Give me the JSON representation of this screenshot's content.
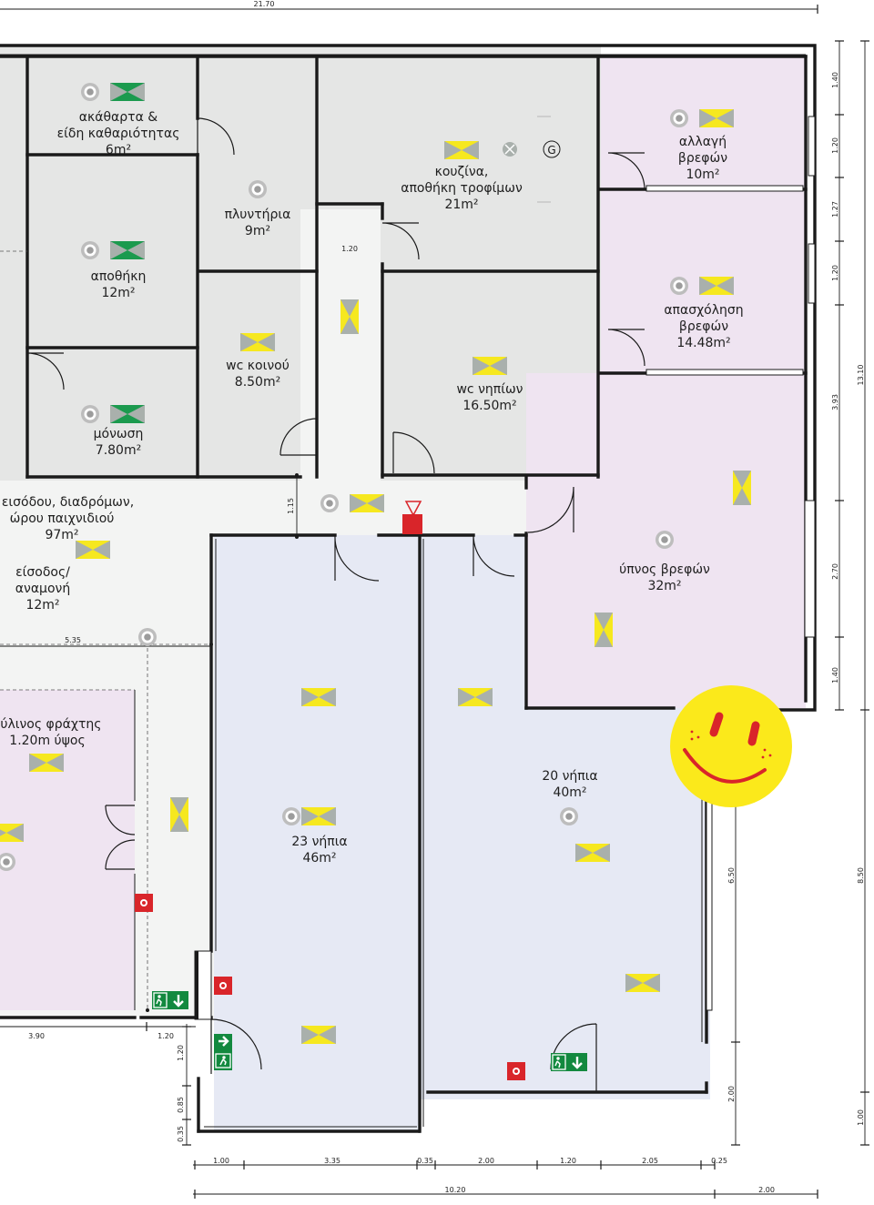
{
  "plan": {
    "rooms": [
      {
        "id": "dirty",
        "lines": [
          "ακάθαρτα &",
          "είδη καθαριότητας",
          "6m²"
        ]
      },
      {
        "id": "laundry",
        "lines": [
          "πλυντήρια",
          "9m²"
        ]
      },
      {
        "id": "kitchen",
        "lines": [
          "κουζίνα,",
          "αποθήκη τροφίμων",
          "21m²"
        ]
      },
      {
        "id": "change",
        "lines": [
          "αλλαγή",
          "βρεφών",
          "10m²"
        ]
      },
      {
        "id": "storage",
        "lines": [
          "αποθήκη",
          "12m²"
        ]
      },
      {
        "id": "play",
        "lines": [
          "απασχόληση",
          "βρεφών",
          "14.48m²"
        ]
      },
      {
        "id": "wc-common",
        "lines": [
          "wc κοινού",
          "8.50m²"
        ]
      },
      {
        "id": "wc-infants",
        "lines": [
          "wc νηπίων",
          "16.50m²"
        ]
      },
      {
        "id": "isolation",
        "lines": [
          "μόνωση",
          "7.80m²"
        ]
      },
      {
        "id": "entrance-area",
        "lines": [
          "ο εισόδου, διαδρόμων,",
          "ώρου παιχνιδιού",
          "97m²"
        ]
      },
      {
        "id": "reception",
        "lines": [
          "είσοδος/",
          "αναμονή",
          "12m²"
        ]
      },
      {
        "id": "sleep",
        "lines": [
          "ύπνος βρεφών",
          "32m²"
        ]
      },
      {
        "id": "fence",
        "lines": [
          "ξύλινος φράχτης",
          "1.20m ύψος"
        ]
      },
      {
        "id": "class-20",
        "lines": [
          "20 νήπια",
          "40m²"
        ]
      },
      {
        "id": "class-23",
        "lines": [
          "23 νήπια",
          "46m²"
        ]
      }
    ],
    "dimensions": {
      "top": "21.70",
      "corridor": "1.20",
      "corridor_v": "1.15",
      "yard": "5.35",
      "right": [
        "1.40",
        "1.20",
        "1.27",
        "1.20",
        "3.93",
        "2.70",
        "1.40",
        "6.50",
        "2.00"
      ],
      "right_outer": [
        "13.10",
        "8.50",
        "1.00"
      ],
      "bottom_left": [
        "3.90",
        "1.20"
      ],
      "door_stack": [
        "1.20",
        "0.85",
        "0.35"
      ],
      "bottom": [
        "1.00",
        "3.35",
        "0.35",
        "2.00",
        "1.20",
        "2.05",
        "0.25"
      ],
      "bottom_total": [
        "10.20",
        "2.00"
      ]
    },
    "kitchen_symbol": "G",
    "colors": {
      "service": "#e5e6e5",
      "infant": "#efe4f1",
      "classroom": "#e6e9f4",
      "corridor": "#f3f4f3",
      "light_yellow": "#f6e81f",
      "light_gray": "#a9b0ac",
      "light_green": "#1b9a4e",
      "exit_green": "#13893f",
      "alarm_red": "#d9252a",
      "smiley": "#fbe91b",
      "smiley_ink": "#d9252a"
    },
    "icons": [
      "smoke-detector-icon",
      "emergency-light-icon",
      "exit-sign-icon",
      "fire-alarm-icon",
      "smiley-icon"
    ]
  }
}
